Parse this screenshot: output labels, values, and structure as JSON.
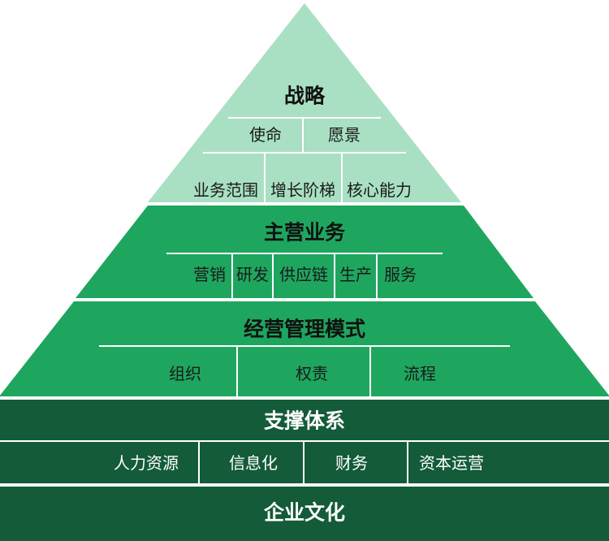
{
  "colors": {
    "light": "#a9e0c3",
    "medium": "#1ea65f",
    "dark": "#135b39",
    "separator": "#ffffff"
  },
  "tiers": [
    {
      "title": "战略",
      "rows": [
        [
          "使命",
          "愿景"
        ],
        [
          "业务范围",
          "增长阶梯",
          "核心能力"
        ]
      ]
    },
    {
      "title": "主营业务",
      "rows": [
        [
          "营销",
          "研发",
          "供应链",
          "生产",
          "服务"
        ]
      ]
    },
    {
      "title": "经营管理模式",
      "rows": [
        [
          "组织",
          "权责",
          "流程"
        ]
      ]
    },
    {
      "title": "支撑体系",
      "rows": [
        [
          "人力资源",
          "信息化",
          "财务",
          "资本运营"
        ]
      ]
    },
    {
      "title": "企业文化",
      "rows": []
    }
  ]
}
